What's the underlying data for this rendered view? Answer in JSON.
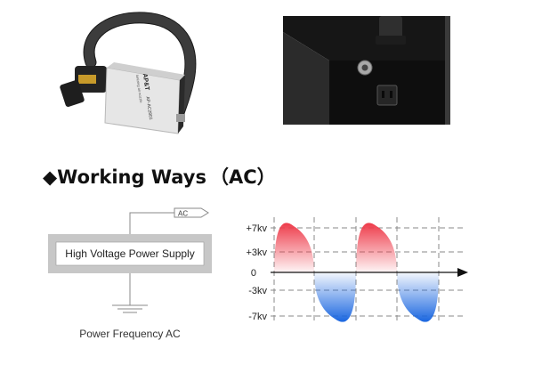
{
  "product_photo_left": {
    "brand_text": "AP&T",
    "model_text": "AP-AC2801",
    "subtitle_text": "Ionizing air nozzle"
  },
  "product_photo_right": {},
  "section": {
    "bullet": "◆",
    "title": "Working Ways",
    "suffix": "（AC）"
  },
  "circuit": {
    "box_label": "High Voltage Power Supply",
    "output_tag": "AC",
    "caption": "Power Frequency AC"
  },
  "waveform": {
    "y_labels": [
      "+7kv",
      "+3kv",
      "0",
      "-3kv",
      "-7kv"
    ],
    "colors": {
      "positive": "#ee3b4a",
      "negative": "#1a66e0"
    }
  }
}
